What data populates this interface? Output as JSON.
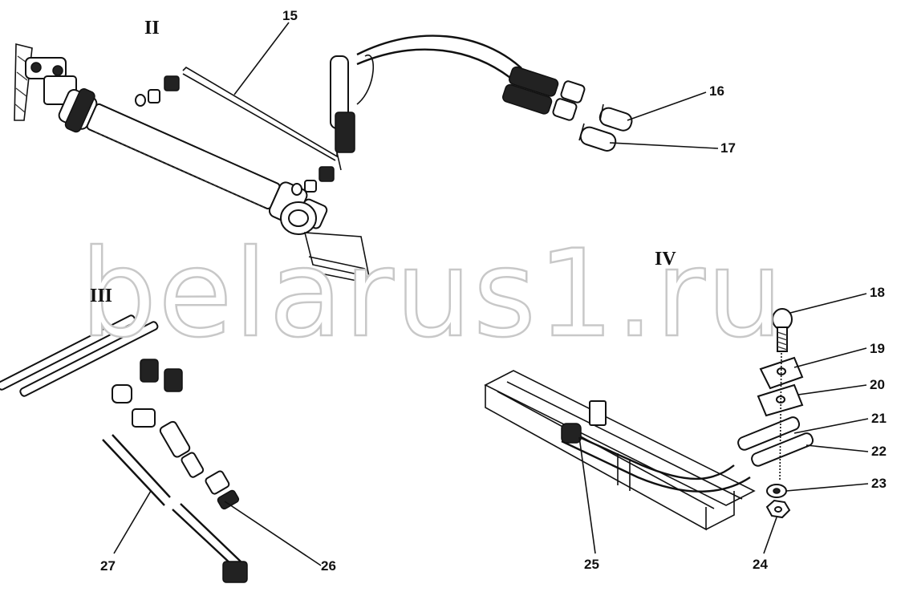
{
  "watermark": "belarus1.ru",
  "views": {
    "v2": "II",
    "v3": "III",
    "v4": "IV"
  },
  "callouts": {
    "c15": "15",
    "c16": "16",
    "c17": "17",
    "c18": "18",
    "c19": "19",
    "c20": "20",
    "c21": "21",
    "c22": "22",
    "c23": "23",
    "c24": "24",
    "c25": "25",
    "c26": "26",
    "c27": "27"
  }
}
